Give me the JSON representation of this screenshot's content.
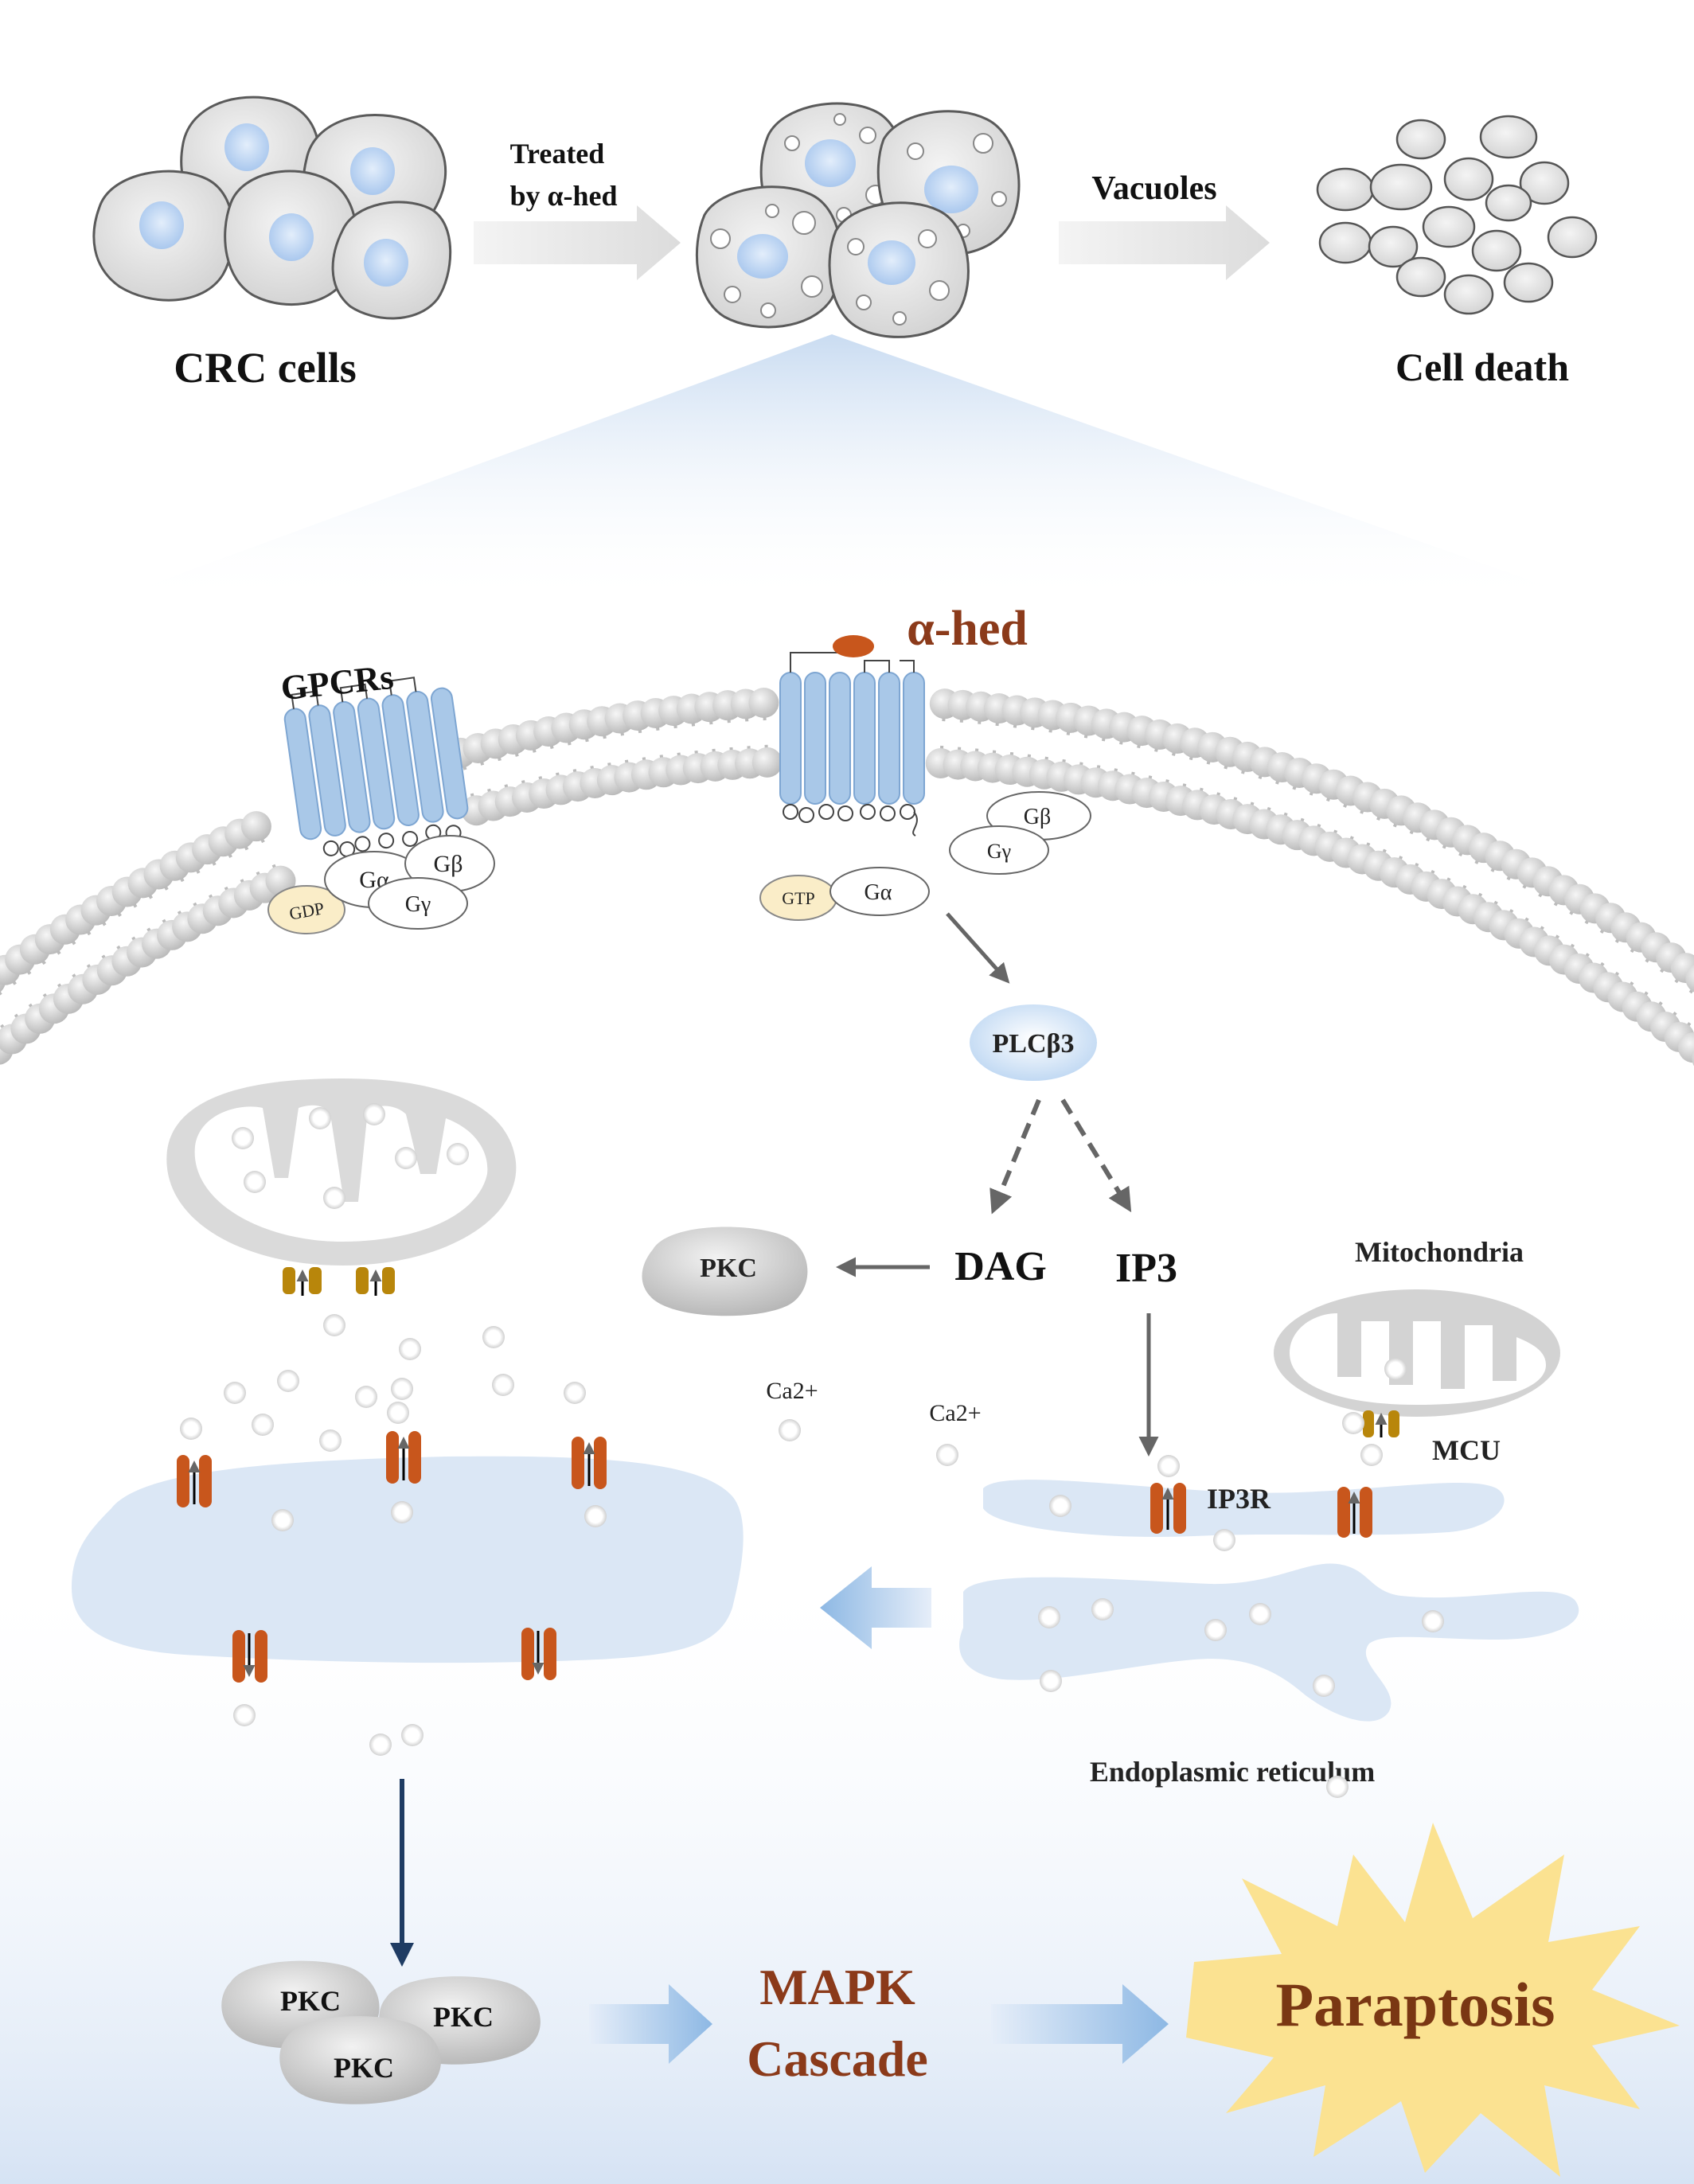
{
  "top": {
    "crc_cells_label": "CRC cells",
    "treated_line1": "Treated",
    "treated_line2": "by α-hed",
    "vacuoles_label": "Vacuoles",
    "cell_death_label": "Cell death"
  },
  "membrane": {
    "gpcrs_label": "GPCRs",
    "ahed_label": "α-hed",
    "gdp": "GDP",
    "galpha_left": "Gα",
    "gbeta_left": "Gβ",
    "ggamma_left": "Gγ",
    "gtp": "GTP",
    "galpha_right": "Gα",
    "gbeta_right": "Gβ",
    "ggamma_right": "Gγ"
  },
  "pathway": {
    "plcb3": "PLCβ3",
    "pkc": "PKC",
    "dag": "DAG",
    "ip3": "IP3",
    "mitochondria_label": "Mitochondria",
    "mcu_label": "MCU",
    "ca_label_1": "Ca2+",
    "ca_label_2": "Ca2+",
    "ip3r_label": "IP3R",
    "er_label": "Endoplasmic reticulum"
  },
  "bottom": {
    "pkc_1": "PKC",
    "pkc_2": "PKC",
    "pkc_3": "PKC",
    "mapk_line1": "MAPK",
    "mapk_line2": "Cascade",
    "paraptosis": "Paraptosis"
  },
  "colors": {
    "membrane_receptor": "#a9c8e8",
    "channel": "#c8561c",
    "mcu": "#b8860b",
    "ahed_brown": "#8b3a1a",
    "burst": "#fbe291"
  }
}
